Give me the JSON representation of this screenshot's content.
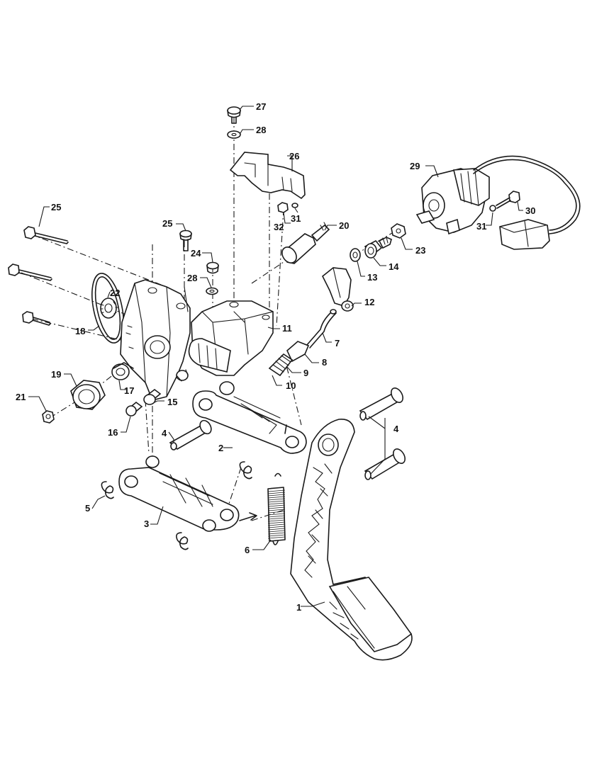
{
  "diagram": {
    "callouts": [
      {
        "id": "c1",
        "text": "1"
      },
      {
        "id": "c2",
        "text": "2"
      },
      {
        "id": "c3",
        "text": "3"
      },
      {
        "id": "c4a",
        "text": "4"
      },
      {
        "id": "c4b",
        "text": "4"
      },
      {
        "id": "c5",
        "text": "5"
      },
      {
        "id": "c6",
        "text": "6"
      },
      {
        "id": "c7",
        "text": "7"
      },
      {
        "id": "c8",
        "text": "8"
      },
      {
        "id": "c9",
        "text": "9"
      },
      {
        "id": "c10",
        "text": "10"
      },
      {
        "id": "c11",
        "text": "11"
      },
      {
        "id": "c12",
        "text": "12"
      },
      {
        "id": "c13",
        "text": "13"
      },
      {
        "id": "c14",
        "text": "14"
      },
      {
        "id": "c15",
        "text": "15"
      },
      {
        "id": "c16",
        "text": "16"
      },
      {
        "id": "c17",
        "text": "17"
      },
      {
        "id": "c18",
        "text": "18"
      },
      {
        "id": "c19",
        "text": "19"
      },
      {
        "id": "c20",
        "text": "20"
      },
      {
        "id": "c21",
        "text": "21"
      },
      {
        "id": "c22",
        "text": "22"
      },
      {
        "id": "c23",
        "text": "23"
      },
      {
        "id": "c24",
        "text": "24"
      },
      {
        "id": "c25a",
        "text": "25"
      },
      {
        "id": "c25b",
        "text": "25"
      },
      {
        "id": "c26",
        "text": "26"
      },
      {
        "id": "c27",
        "text": "27"
      },
      {
        "id": "c28a",
        "text": "28"
      },
      {
        "id": "c28b",
        "text": "28"
      },
      {
        "id": "c29",
        "text": "29"
      },
      {
        "id": "c30",
        "text": "30"
      },
      {
        "id": "c31a",
        "text": "31"
      },
      {
        "id": "c31b",
        "text": "31"
      },
      {
        "id": "c32",
        "text": "32"
      }
    ]
  }
}
